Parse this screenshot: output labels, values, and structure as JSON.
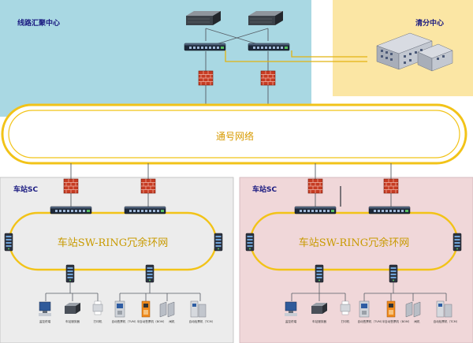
{
  "zones": {
    "aggregation_center": "线路汇聚中心",
    "clearing_center": "清分中心",
    "station_left": "车站SC",
    "station_right": "车站SC"
  },
  "network": {
    "core_label": "通号网络"
  },
  "rings": {
    "left_label": "车站SW-RING冗余环网",
    "right_label": "车站SW-RING冗余环网"
  },
  "devices": {
    "left": [
      "监控终端",
      "车站服务器",
      "打印机",
      "自动售票机（TVM）",
      "半自动售票机（BOM）",
      "闸机",
      "自动检票机（TCM）"
    ],
    "right": [
      "监控终端",
      "车站服务器",
      "打印机",
      "自动售票机（TVM）",
      "半自动售票机（BOM）",
      "闸机",
      "自动检票机（TCM）"
    ]
  },
  "colors": {
    "aggregation_bg": "#a9d8e3",
    "clearing_bg": "#fbe6a4",
    "station_left_bg": "#ececec",
    "station_right_bg": "#f0d7d9",
    "ring": "#f2c318",
    "firewall": "#c63b22",
    "title": "#1a1a80"
  },
  "icons": [
    "server-icon",
    "switch-icon",
    "firewall-icon",
    "building-icon",
    "computer-icon",
    "printer-icon",
    "ticket-machine-icon",
    "gate-icon"
  ]
}
